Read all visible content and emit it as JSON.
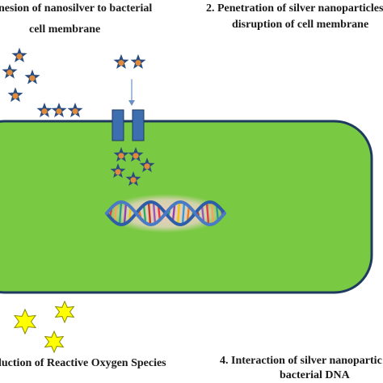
{
  "labels": {
    "adhesion_line1": "nesion of  nanosilver to bacterial",
    "adhesion_line2": "cell membrane",
    "penetration_line1": "2. Penetration of silver nanoparticles",
    "penetration_line2": "disruption of cell membrane",
    "ros": "luction of Reactive Oxygen Species",
    "dna_line1": "4. Interaction of  silver nanopartic",
    "dna_line2": "bacterial DNA"
  },
  "colors": {
    "cell_fill": "#7ac943",
    "cell_stroke": "#1f3a5f",
    "nanoparticle_star": "#2b4c7e",
    "nanoparticle_core": "#e08a3c",
    "ros_star": "#ffff00",
    "ros_outline": "#8a8a00",
    "channel": "#3d6fb0",
    "dna_backbone": "#2e5da8",
    "dna_glow": "#f4b8b8"
  },
  "icons": {
    "nanoparticle": "star-icon",
    "reactive_oxygen": "star-burst-icon",
    "membrane_channel": "channel-icon",
    "dna": "dna-helix-icon"
  }
}
